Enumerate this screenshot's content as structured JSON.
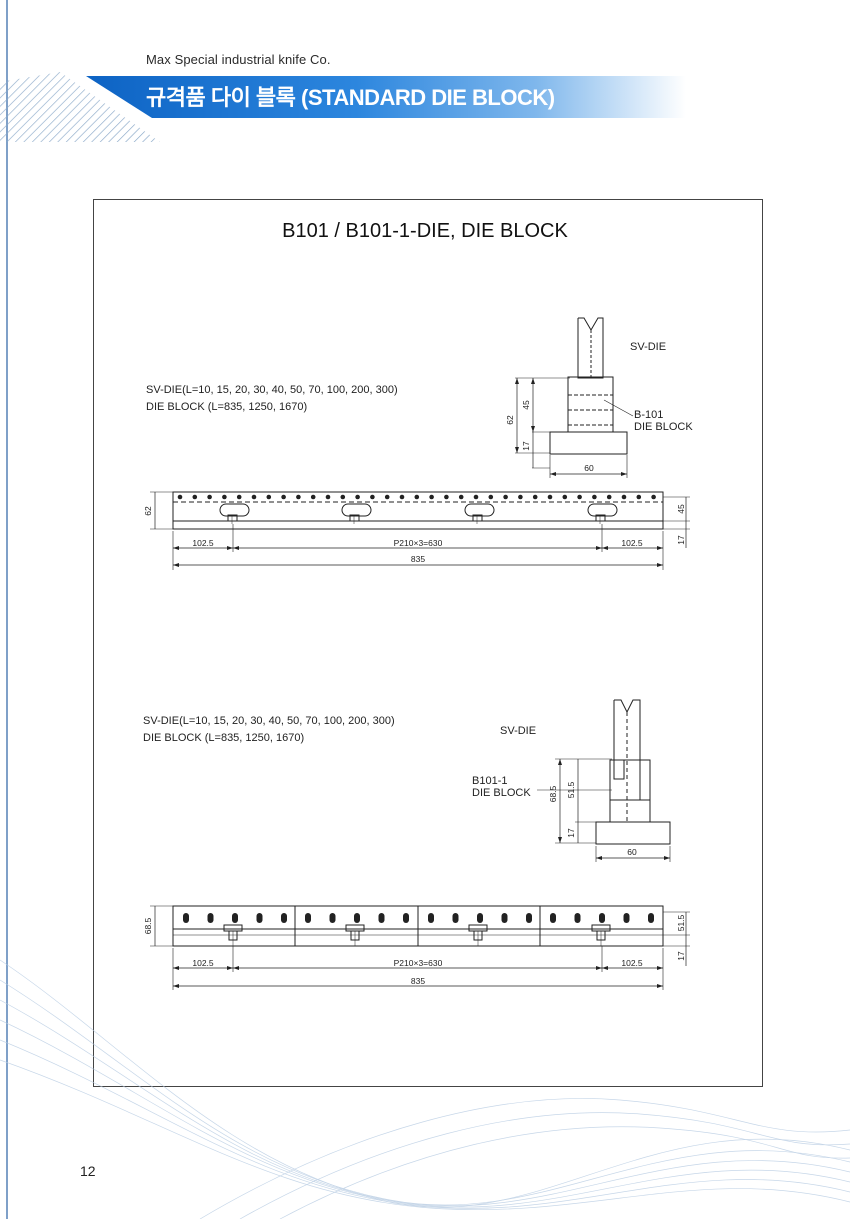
{
  "header": {
    "company": "Max Special industrial knife Co.",
    "title": "규격품 다이 블록 (STANDARD DIE BLOCK)"
  },
  "main_title": "B101 / B101-1-DIE, DIE BLOCK",
  "section1": {
    "spec_line1": "SV-DIE(L=10, 15, 20, 30, 40, 50, 70, 100, 200, 300)",
    "spec_line2": "DIE BLOCK (L=835, 1250, 1670)",
    "label_sv_die": "SV-DIE",
    "label_block_line1": "B-101",
    "label_block_line2": "DIE BLOCK",
    "dim_62": "62",
    "dim_45": "45",
    "dim_17": "17",
    "dim_60": "60",
    "dim_left": "102.5",
    "dim_pitch": "P210×3=630",
    "dim_right": "102.5",
    "dim_total": "835"
  },
  "section2": {
    "spec_line1": "SV-DIE(L=10, 15, 20, 30, 40, 50, 70, 100, 200, 300)",
    "spec_line2": "DIE BLOCK (L=835, 1250, 1670)",
    "label_sv_die": "SV-DIE",
    "label_block_line1": "B101-1",
    "label_block_line2": "DIE BLOCK",
    "dim_68_5": "68.5",
    "dim_51_5": "51.5",
    "dim_17": "17",
    "dim_60": "60",
    "dim_left": "102.5",
    "dim_pitch": "P210×3=630",
    "dim_right": "102.5",
    "dim_total": "835"
  },
  "footer": {
    "page_number": "12"
  }
}
